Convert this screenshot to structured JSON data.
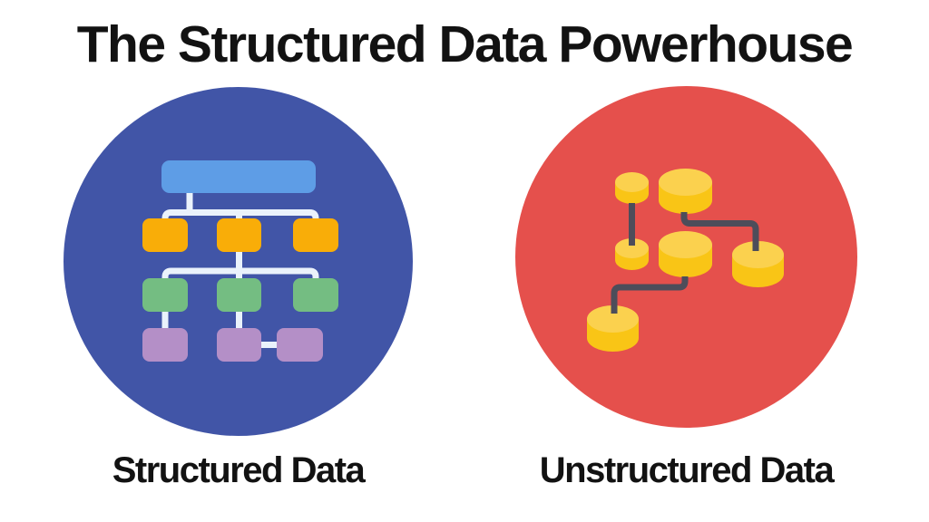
{
  "title": "The Structured Data Powerhouse",
  "panels": {
    "left": {
      "label": "Structured Data",
      "icon": "sitemap-hierarchy-icon"
    },
    "right": {
      "label": "Unstructured Data",
      "icon": "database-network-icon"
    }
  },
  "colors": {
    "background": "#ffffff",
    "title_text": "#121212",
    "label_text": "#121212",
    "structured_circle": "#4155a7",
    "unstructured_circle": "#e5504c",
    "tree_root_node": "#5e9de6",
    "tree_level1_node": "#f9ad08",
    "tree_level2_node": "#74bd82",
    "tree_level3_node": "#b48fc7",
    "tree_connector": "#eaf2fb",
    "cylinder_top": "#fbd14e",
    "cylinder_body": "#f9c516",
    "cylinder_connector": "#4d4d5a"
  }
}
